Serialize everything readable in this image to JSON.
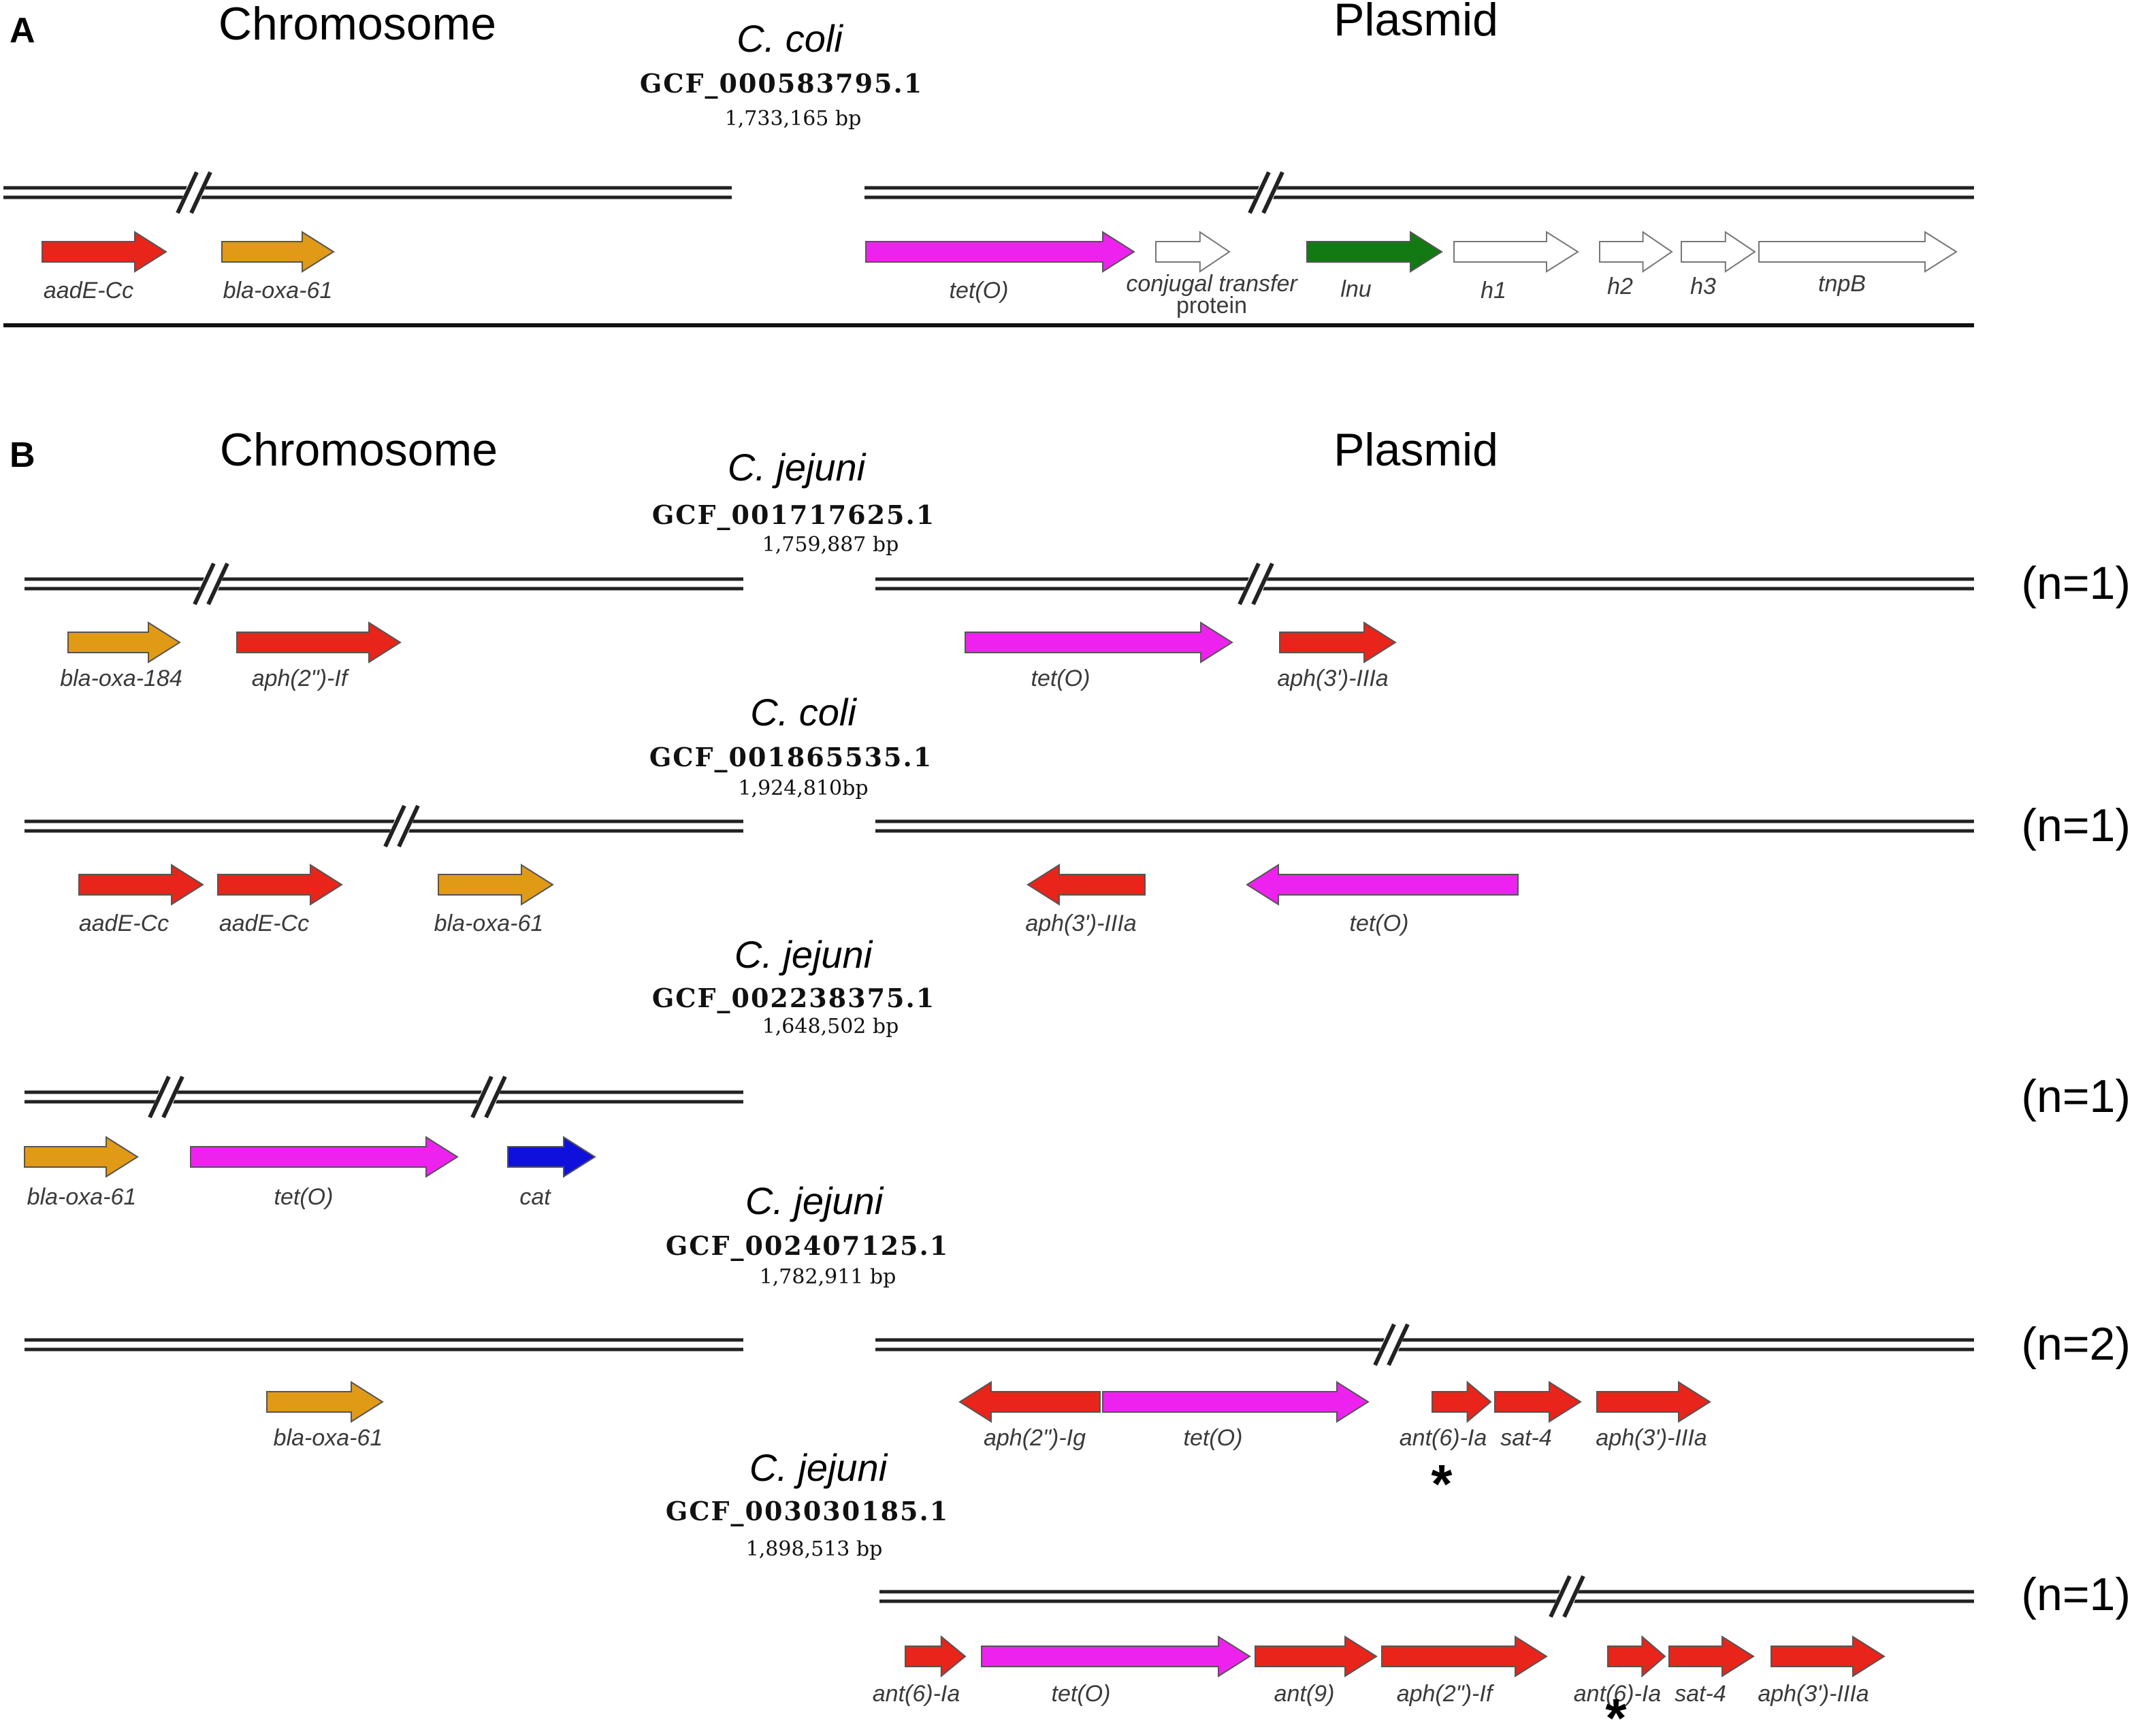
{
  "panels": [
    {
      "letter": "A",
      "chromosome_label": "Chromosome",
      "plasmid_label": "Plasmid",
      "genome": {
        "species": "C. coli",
        "accession": "GCF_000583795.1",
        "size": "1,733,165 bp"
      },
      "count": "",
      "chromosome_genes": [
        {
          "label": "aadE-Cc",
          "color": "#e8241b"
        },
        {
          "label": "bla-oxa-61",
          "color": "#e09a16"
        }
      ],
      "plasmid_genes": [
        {
          "label": "tet(O)",
          "color": "#ee22ee"
        },
        {
          "label": "conjugal transfer",
          "label2": "protein",
          "color": "#ffffff"
        },
        {
          "label": "lnu",
          "color": "#137a13"
        },
        {
          "label": "h1",
          "color": "#ffffff"
        },
        {
          "label": "h2",
          "color": "#ffffff"
        },
        {
          "label": "h3",
          "color": "#ffffff"
        },
        {
          "label": "tnpB",
          "color": "#ffffff"
        }
      ]
    },
    {
      "letter": "B",
      "chromosome_label": "Chromosome",
      "plasmid_label": "Plasmid",
      "rows": [
        {
          "genome": {
            "species": "C. jejuni",
            "accession": "GCF_001717625.1",
            "size": "1,759,887 bp"
          },
          "count": "(n=1)",
          "chromosome_genes": [
            {
              "label": "bla-oxa-184",
              "color": "#e09a16"
            },
            {
              "label": "aph(2\")-If",
              "color": "#e8241b"
            }
          ],
          "plasmid_genes": [
            {
              "label": "tet(O)",
              "color": "#ee22ee"
            },
            {
              "label": "aph(3')-IIIa",
              "color": "#e8241b"
            }
          ]
        },
        {
          "genome": {
            "species": "C. coli",
            "accession": "GCF_001865535.1",
            "size": "1,924,810bp"
          },
          "count": "(n=1)",
          "chromosome_genes": [
            {
              "label": "aadE-Cc",
              "color": "#e8241b"
            },
            {
              "label": "aadE-Cc",
              "color": "#e8241b"
            },
            {
              "label": "bla-oxa-61",
              "color": "#e09a16"
            }
          ],
          "plasmid_genes": [
            {
              "label": "aph(3')-IIIa",
              "color": "#e8241b"
            },
            {
              "label": "tet(O)",
              "color": "#ee22ee"
            }
          ]
        },
        {
          "genome": {
            "species": "C. jejuni",
            "accession": "GCF_002238375.1",
            "size": "1,648,502 bp"
          },
          "count": "(n=1)",
          "chromosome_genes": [
            {
              "label": "bla-oxa-61",
              "color": "#e09a16"
            },
            {
              "label": "tet(O)",
              "color": "#ee22ee"
            },
            {
              "label": "cat",
              "color": "#1010dd"
            }
          ],
          "plasmid_genes": []
        },
        {
          "genome": {
            "species": "C. jejuni",
            "accession": "GCF_002407125.1",
            "size": "1,782,911 bp"
          },
          "count": "(n=2)",
          "chromosome_genes": [
            {
              "label": "bla-oxa-61",
              "color": "#e09a16"
            }
          ],
          "plasmid_genes": [
            {
              "label": "aph(2\")-Ig",
              "color": "#e8241b"
            },
            {
              "label": "tet(O)",
              "color": "#ee22ee"
            },
            {
              "label": "ant(6)-Ia",
              "color": "#e8241b"
            },
            {
              "label": "sat-4",
              "color": "#e8241b"
            },
            {
              "label": "aph(3')-IIIa",
              "color": "#e8241b"
            }
          ],
          "asterisk": "*"
        },
        {
          "genome": {
            "species": "C. jejuni",
            "accession": "GCF_003030185.1",
            "size": "1,898,513 bp"
          },
          "count": "(n=1)",
          "chromosome_genes": [],
          "plasmid_genes": [
            {
              "label": "ant(6)-Ia",
              "color": "#e8241b"
            },
            {
              "label": "tet(O)",
              "color": "#ee22ee"
            },
            {
              "label": "ant(9)",
              "color": "#e8241b"
            },
            {
              "label": "aph(2\")-If",
              "color": "#e8241b"
            },
            {
              "label": "ant(6)-Ia",
              "color": "#e8241b"
            },
            {
              "label": "sat-4",
              "color": "#e8241b"
            },
            {
              "label": "aph(3')-IIIa",
              "color": "#e8241b"
            }
          ],
          "asterisk": "*"
        }
      ]
    }
  ]
}
